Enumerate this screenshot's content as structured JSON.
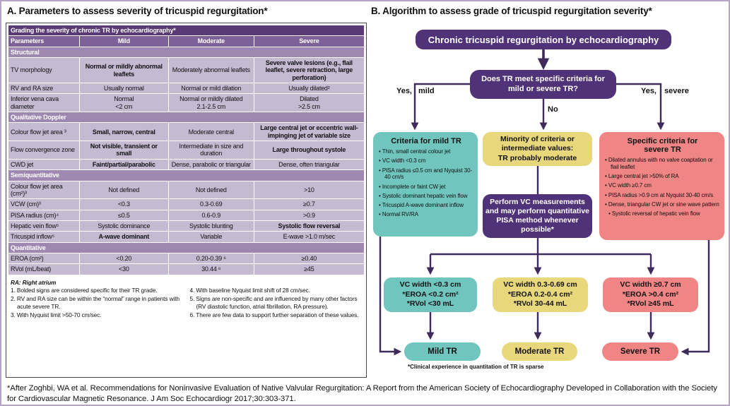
{
  "colors": {
    "table_title_bg": "#593a75",
    "table_header_bg": "#7d6198",
    "section_bg": "#9e88b2",
    "row_bg": "#c6bad2",
    "flow_purple": "#4f3277",
    "arrow": "#3f2a5c",
    "teal": "#70c6be",
    "yellow": "#e8d77b",
    "pink": "#f08585",
    "outer_border": "#b6a4c8"
  },
  "panel_a": {
    "title": "A. Parameters to assess severity of tricuspid regurgitation*",
    "table": {
      "title": "Grading the severity of chronic TR by echocardiography*",
      "headers": [
        "Parameters",
        "Mild",
        "Moderate",
        "Severe"
      ],
      "rows": [
        {
          "label": "Structural"
        },
        {
          "c0": "TV morphology",
          "c1": "Normal or mildly abnormal leaflets",
          "c2": "Moderately abnormal leaflets",
          "c3": "Severe valve lesions (e.g., flail leaflet, severe retraction, large perforation)"
        },
        {
          "c0": "RV and RA size",
          "c1": "Usually normal",
          "c2": "Normal or mild dilation",
          "c3": "Usually dilated²"
        },
        {
          "c0": "Inferior vena cava diameter",
          "c1": "Normal\n<2 cm",
          "c2": "Normal or mildly dilated\n2.1-2.5 cm",
          "c3": "Dilated\n>2.5 cm"
        },
        {
          "label": "Qualitative Doppler"
        },
        {
          "c0": "Colour flow jet area ³",
          "c1": "Small, narrow, central",
          "c2": "Moderate central",
          "c3": "Large central jet or eccentric wall-impinging jet of variable size"
        },
        {
          "c0": "Flow convergence zone",
          "c1": "Not visible, transient or small",
          "c2": "Intermediate in size and duration",
          "c3": "Large throughout systole"
        },
        {
          "c0": "CWD jet",
          "c1": "Faint/partial/parabolic",
          "c2": "Dense, parabolic or triangular",
          "c3": "Dense, often triangular"
        },
        {
          "label": "Semiquantitative"
        },
        {
          "c0": "Colour flow jet area (cm²)³",
          "c1": "Not defined",
          "c2": "Not defined",
          "c3": ">10"
        },
        {
          "c0": "VCW (cm)³",
          "c1": "<0.3",
          "c2": "0.3-0.69",
          "c3": "≥0.7"
        },
        {
          "c0": "PISA radius (cm)⁴",
          "c1": "≤0.5",
          "c2": "0.6-0.9",
          "c3": ">0.9"
        },
        {
          "c0": "Hepatic vein flow⁵",
          "c1": "Systolic dominance",
          "c2": "Systolic blunting",
          "c3": "Systolic flow reversal"
        },
        {
          "c0": "Tricuspid inflow⁵",
          "c1": "A-wave dominant",
          "c2": "Variable",
          "c3": "E-wave >1.0 m/sec"
        },
        {
          "label": "Quantitative"
        },
        {
          "c0": "EROA (cm²)",
          "c1": "<0.20",
          "c2": "0.20-0.39 ⁶",
          "c3": "≥0.40"
        },
        {
          "c0": "RVol (mL/beat)",
          "c1": "<30",
          "c2": "30.44 ⁶",
          "c3": "≥45"
        }
      ]
    },
    "footnotes": {
      "abbrev": "RA: Right atrium",
      "left": [
        "1. Bolded signs are considered specific for their TR grade.",
        "2. RV and RA size can be within the “normal” range in patients with acute severe TR.",
        "3. With Nyquist limit >50-70 cm/sec."
      ],
      "right": [
        "4. With baseline Nyquist limit shift of 28 cm/sec.",
        "5. Signs are non-specific and are influenced by many other factors (RV diastolic function, atrial fibrillation, RA pressure).",
        "6. There are few data to support further separation of these values."
      ]
    }
  },
  "panel_b": {
    "title": "B. Algorithm to assess grade of tricuspid regurgitation severity*",
    "top_box": "Chronic tricuspid regurgitation by echocardiography",
    "decision_box": "Does TR meet specific criteria for\nmild or severe TR?",
    "branch_labels": {
      "yes_left": "Yes,",
      "mild": "mild",
      "no": "No",
      "yes_right": "Yes,",
      "severe": "severe"
    },
    "mild_criteria": {
      "title": "Criteria for mild TR",
      "bullets": [
        "Thin, small central colour jet",
        "VC width <0.3 cm",
        "PISA radius ≤0.5 cm and Nyquist 30-40 cm/s",
        "Incomplete or faint CW jet",
        "Systolic dominant hepatic vein flow",
        "Tricuspid A-wave dominant inflow",
        "Normal RV/RA"
      ]
    },
    "moderate_box": "Minority of criteria or\nintermediate values:\nTR probably moderate",
    "severe_criteria": {
      "title": "Specific criteria for\nsevere TR",
      "bullets": [
        "Dilated annulus with no valve coaptation or flail leaflet",
        "Large central jet >50% of RA",
        "VC width ≥0.7 cm",
        "PISA radius >0.9 cm at Nyquist 30-40 cm/s",
        "Dense, triangular CW jet or sine wave pattern",
        "Systolic reversal of hepatic vein flow"
      ]
    },
    "perform_box": "Perform VC measurements\nand may perform quantitative\nPISA method whenever\npossible*",
    "vc_mild": "VC width <0.3 cm\n*EROA <0.2 cm²\n*RVol <30 mL",
    "vc_moderate": "VC width 0.3-0.69 cm\n*EROA 0.2-0.4 cm²\n*RVol 30-44 mL",
    "vc_severe": "VC width ≥0.7 cm\n*EROA >0.4 cm²\n*RVol ≥45 mL",
    "result_mild": "Mild TR",
    "result_moderate": "Moderate TR",
    "result_severe": "Severe TR",
    "footnote": "*Clinical experience in quantitation of TR is sparse"
  },
  "caption": "*After Zoghbi, WA et al. Recommendations for Noninvasive Evaluation of Native Valvular Regurgitation: A Report from the American Society of Echocardiography Developed in Collaboration with the Society for Cardiovascular Magnetic Resonance. J Am Soc Echocardiogr 2017;30:303-371."
}
